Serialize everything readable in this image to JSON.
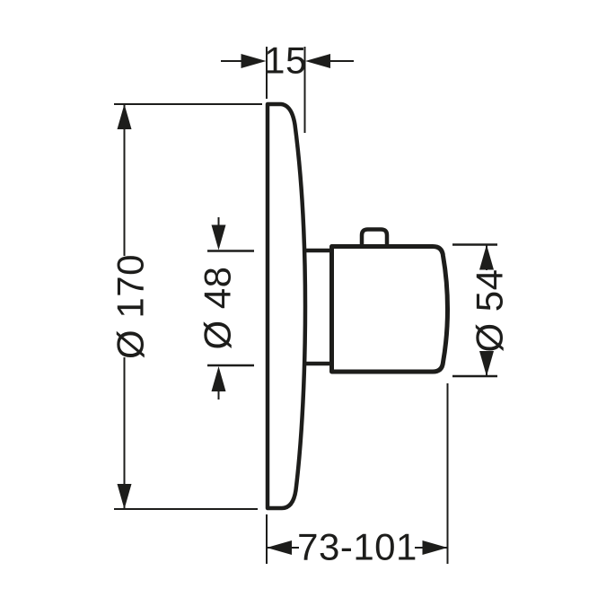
{
  "colors": {
    "line": "#1d1d1b",
    "background": "#ffffff"
  },
  "dimensions": {
    "plate_thickness": "15",
    "plate_diameter": "Ø 170",
    "sleeve_diameter": "Ø 48",
    "handle_diameter": "Ø 54",
    "depth_range": "73-101"
  }
}
